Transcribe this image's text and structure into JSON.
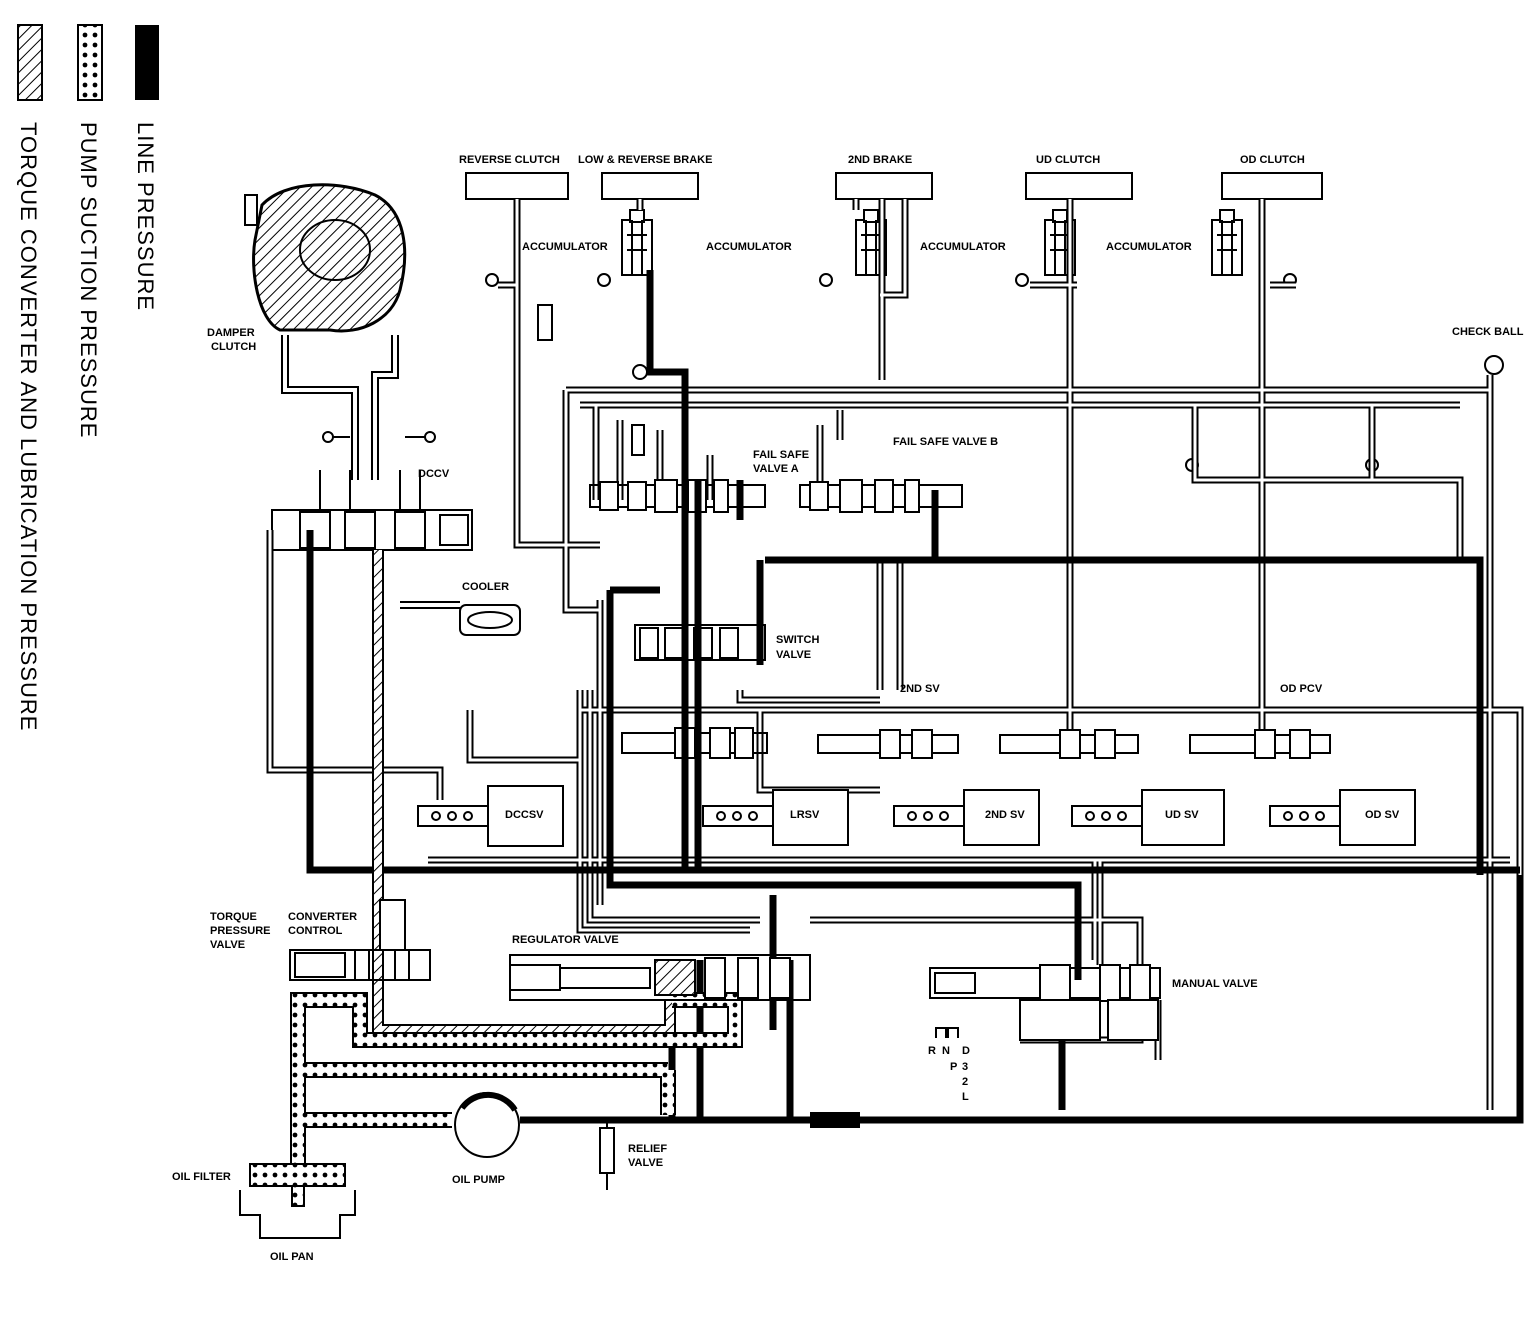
{
  "legend": {
    "line_pressure": "LINE PRESSURE",
    "pump_suction_pressure": "PUMP SUCTION PRESSURE",
    "torque_converter_lubrication": "TORQUE CONVERTER AND LUBRICATION PRESSURE"
  },
  "top_labels": {
    "reverse_clutch": "REVERSE CLUTCH",
    "low_reverse_brake": "LOW & REVERSE BRAKE",
    "second_brake": "2ND BRAKE",
    "ud_clutch": "UD CLUTCH",
    "od_clutch": "OD CLUTCH"
  },
  "accumulators": [
    "ACCUMULATOR",
    "ACCUMULATOR",
    "ACCUMULATOR",
    "ACCUMULATOR"
  ],
  "labels": {
    "damper_clutch": [
      "DAMPER",
      "CLUTCH"
    ],
    "dccv": "DCCV",
    "cooler": "COOLER",
    "check_ball": "CHECK BALL",
    "fail_safe_a": [
      "FAIL SAFE",
      "VALVE A"
    ],
    "fail_safe_b": "FAIL SAFE VALVE B",
    "switch_valve": [
      "SWITCH",
      "VALVE"
    ],
    "second_sv_top": "2ND SV",
    "od_pcv": "OD PCV",
    "dccsv": "DCCSV",
    "lrsv": "LRSV",
    "second_sv": "2ND SV",
    "ud_sv": "UD SV",
    "od_sv": "OD SV",
    "torque_pressure_valve": [
      "TORQUE",
      "PRESSURE",
      "VALVE"
    ],
    "converter_control": [
      "CONVERTER",
      "CONTROL"
    ],
    "regulator_valve": "REGULATOR VALVE",
    "manual_valve": "MANUAL VALVE",
    "gear_positions": [
      "R",
      "N",
      "D",
      "P",
      "3",
      "2",
      "L"
    ],
    "oil_filter": "OIL FILTER",
    "oil_pump": "OIL PUMP",
    "relief_valve": [
      "RELIEF",
      "VALVE"
    ],
    "oil_pan": "OIL PAN"
  }
}
